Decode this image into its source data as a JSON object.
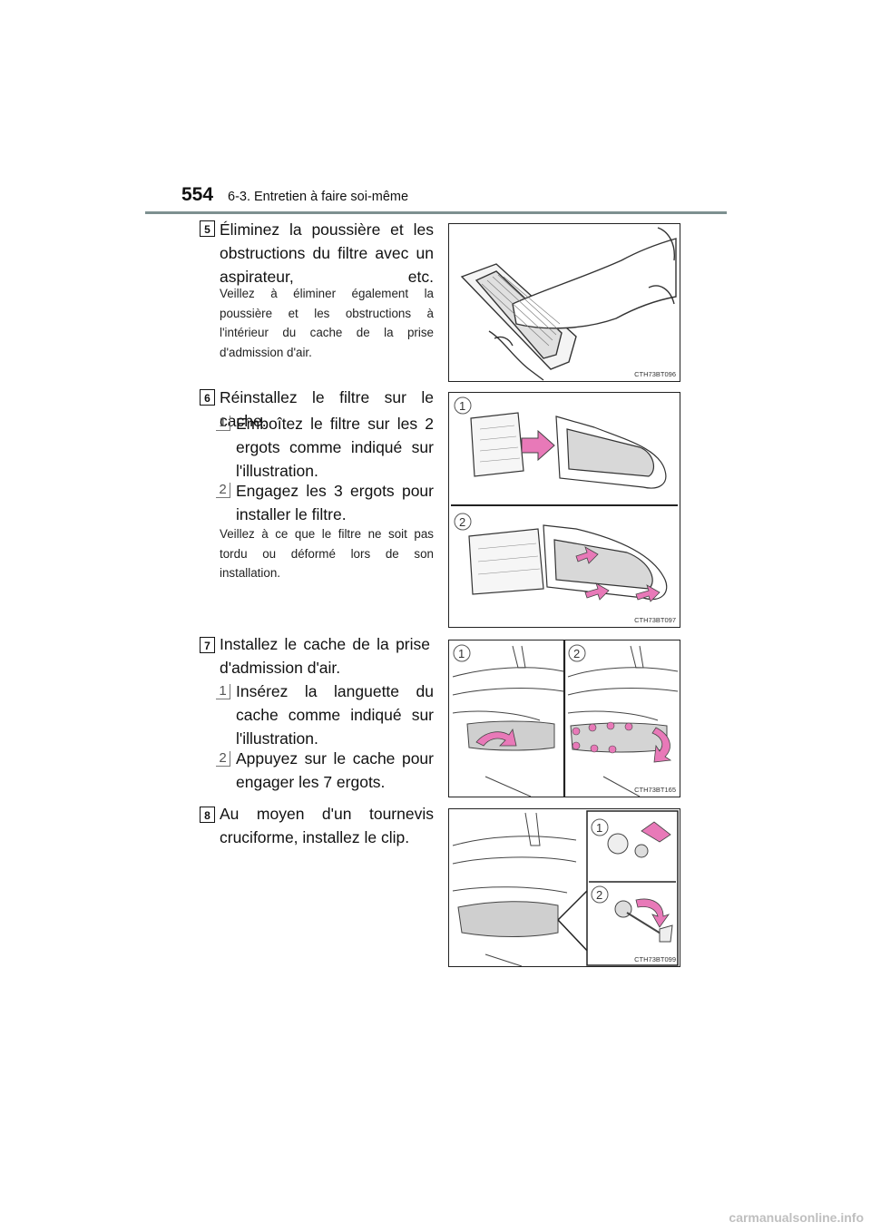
{
  "header": {
    "page_number": "554",
    "section": "6-3. Entretien à faire soi-même"
  },
  "steps": [
    {
      "number": "5",
      "main": "Éliminez la poussière et les obstructions du filtre avec un aspirateur, etc.",
      "note": "Veillez à éliminer également la poussière et les obstructions à l'intérieur du cache de la prise d'admission d'air.",
      "figure_code": "CTH73BT096"
    },
    {
      "number": "6",
      "main": "Réinstallez le filtre sur le cache.",
      "subs": [
        {
          "num": "1",
          "text": "Emboîtez le filtre sur les 2 ergots comme indiqué sur l'illustration."
        },
        {
          "num": "2",
          "text": "Engagez les 3 ergots pour installer le filtre."
        }
      ],
      "note": "Veillez à ce que le filtre ne soit pas tordu ou déformé lors de son installation.",
      "figure_code": "CTH73BT097"
    },
    {
      "number": "7",
      "main": "Installez le cache de la prise d'admission d'air.",
      "subs": [
        {
          "num": "1",
          "text": "Insérez la languette du cache comme indiqué sur l'illustration."
        },
        {
          "num": "2",
          "text": "Appuyez sur le cache pour engager les 7 ergots."
        }
      ],
      "figure_code": "CTH73BT165"
    },
    {
      "number": "8",
      "main": "Au moyen d'un tournevis cruciforme, installez le clip.",
      "figure_code": "CTH73BT099"
    }
  ],
  "figure_labels": {
    "one": "1",
    "two": "2"
  },
  "watermark": "carmanualsonline.info",
  "colors": {
    "accent_pink": "#e879b8",
    "rule": "#7d9090"
  }
}
